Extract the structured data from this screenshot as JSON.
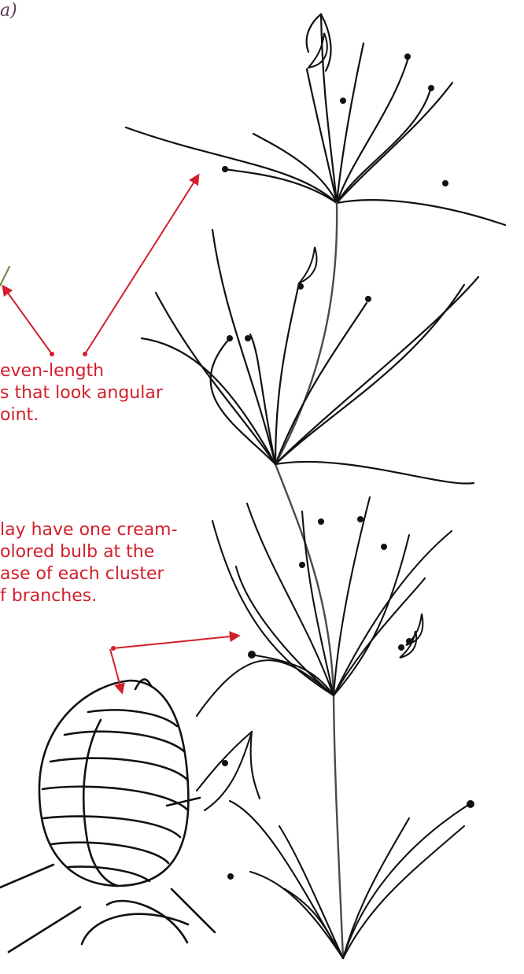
{
  "top_label": "a)",
  "annotations": [
    {
      "lines": [
        "even-length",
        "s that look angular",
        "oint."
      ]
    },
    {
      "lines": [
        "lay have one cream-",
        "olored bulb at the",
        "ase of each cluster",
        "f branches."
      ]
    }
  ],
  "colors": {
    "annotation": "#d21f2b",
    "line_art": "#111111",
    "stem": "#4a4a4a",
    "leaf_fragment": "#6f8f4a",
    "background": "#ffffff"
  },
  "icons": {
    "pointer_arrow": "arrow-icon",
    "bulb": "bulb-icon"
  }
}
